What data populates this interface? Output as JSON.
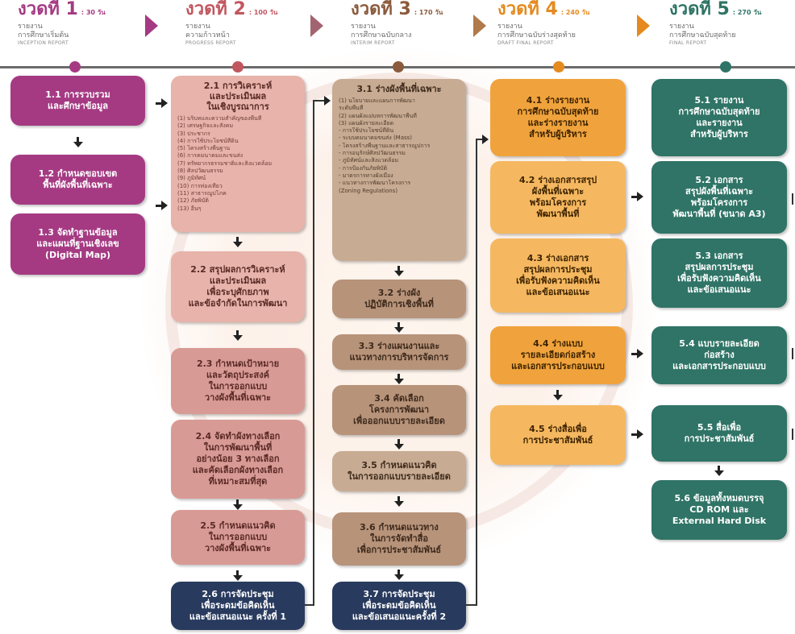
{
  "phases": [
    {
      "label": "งวดที่ 1",
      "days": ": 30 วัน",
      "sub": "รายงาน\nการศึกษาเริ่มต้น",
      "en": "INCEPTION REPORT",
      "color": "#a53a83"
    },
    {
      "label": "งวดที่ 2",
      "days": ": 100 วัน",
      "sub": "รายงาน\nความก้าวหน้า",
      "en": "PROGRESS REPORT",
      "color": "#c2565f"
    },
    {
      "label": "งวดที่ 3",
      "days": ": 170 วัน",
      "sub": "รายงาน\nการศึกษาฉบับกลาง",
      "en": "INTERIM REPORT",
      "color": "#8b5a3c"
    },
    {
      "label": "งวดที่ 4",
      "days": ": 240 วัน",
      "sub": "รายงาน\nการศึกษาฉบับร่างสุดท้าย",
      "en": "DRAFT FINAL REPORT",
      "color": "#e58a1f"
    },
    {
      "label": "งวดที่ 5",
      "days": ": 270 วัน",
      "sub": "รายงาน\nการศึกษาฉบับสุดท้าย",
      "en": "FINAL REPORT",
      "color": "#2f7466"
    }
  ],
  "col1": {
    "b11": "1.1 การรวบรวม\nและศึกษาข้อมูล",
    "b12": "1.2 กำหนดขอบเขต\nพื้นที่ผังพื้นที่เฉพาะ",
    "b13": "1.3 จัดทำฐานข้อมูล\nและแผนที่ฐานเชิงเลข\n(Digital Map)"
  },
  "col2": {
    "b21_title": "2.1 การวิเคราะห์\nและประเมินผล\nในเชิงบูรณาการ",
    "b21_items": [
      "(1) บริบทและความสำคัญของพื้นที่",
      "(2) เศรษฐกิจและสังคม",
      "(3) ประชากร",
      "(4) การใช้ประโยชน์ที่ดิน",
      "(5) โครงสร้างพื้นฐาน",
      "(6) การคมนาคมและขนส่ง",
      "(7) ทรัพยากรธรรมชาติและสิ่งแวดล้อม",
      "(8) ศิลปวัฒนธรรม",
      "(9) ภูมิทัศน์",
      "(10) การท่องเที่ยว",
      "(11) สาธารณูปโภค",
      "(12) ภัยพิบัติ",
      "(13) อื่นๆ"
    ],
    "b22": "2.2 สรุปผลการวิเคราะห์\nและประเมินผล\nเพื่อระบุศักยภาพ\nและข้อจำกัดในการพัฒนา",
    "b23": "2.3 กำหนดเป้าหมาย\nและวัตถุประสงค์\nในการออกแบบ\nวางผังพื้นที่เฉพาะ",
    "b24": "2.4 จัดทำผังทางเลือก\nในการพัฒนาพื้นที่\nอย่างน้อย 3 ทางเลือก\nและคัดเลือกผังทางเลือก\nที่เหมาะสมที่สุด",
    "b25": "2.5 กำหนดแนวคิด\nในการออกแบบ\nวางผังพื้นที่เฉพาะ",
    "b26": "2.6 การจัดประชุม\nเพื่อระดมข้อคิดเห็น\nและข้อเสนอแนะ ครั้งที่ 1"
  },
  "col3": {
    "b31_title": "3.1 ร่างผังพื้นที่เฉพาะ",
    "b31_items": [
      "(1) นโยบายและแผนการพัฒนา",
      "    ระดับพื้นที่",
      "(2) แผนผังแม่บทการพัฒนาพื้นที่",
      "(3) แผนผังรายละเอียด",
      "    - การใช้ประโยชน์ที่ดิน",
      "    - ระบบคมนาคมขนส่ง (Mass)",
      "    - โครงสร้างพื้นฐานและสาธารณูปการ",
      "    - การอนุรักษ์ศิลปวัฒนธรรม",
      "    - ภูมิทัศน์และสิ่งแวดล้อม",
      "    - การป้องกันภัยพิบัติ",
      "    - มาตรการทางผังเมือง",
      "    - แนวทางการพัฒนาโครงการ",
      "    (Zoning Regulations)"
    ],
    "b32": "3.2 ร่างผัง\nปฏิบัติการเชิงพื้นที่",
    "b33": "3.3 ร่างแผนงานและ\nแนวทางการบริหารจัดการ",
    "b34": "3.4 คัดเลือก\nโครงการพัฒนา\nเพื่อออกแบบรายละเอียด",
    "b35": "3.5 กำหนดแนวคิด\nในการออกแบบรายละเอียด",
    "b36": "3.6 กำหนดแนวทาง\nในการจัดทำสื่อ\nเพื่อการประชาสัมพันธ์",
    "b37": "3.7 การจัดประชุม\nเพื่อระดมข้อคิดเห็น\nและข้อเสนอแนะครั้งที่ 2"
  },
  "col4": {
    "b41": "4.1 ร่างรายงาน\nการศึกษาฉบับสุดท้าย\nและร่างรายงาน\nสำหรับผู้บริหาร",
    "b42": "4.2 ร่างเอกสารสรุป\nผังพื้นที่เฉพาะ\nพร้อมโครงการ\nพัฒนาพื้นที่",
    "b43": "4.3 ร่างเอกสาร\nสรุปผลการประชุม\nเพื่อรับฟังความคิดเห็น\nและข้อเสนอแนะ",
    "b44": "4.4 ร่างแบบ\nรายละเอียดก่อสร้าง\nและเอกสารประกอบแบบ",
    "b45": "4.5 ร่างสื่อเพื่อ\nการประชาสัมพันธ์"
  },
  "col5": {
    "b51": "5.1 รายงาน\nการศึกษาฉบับสุดท้าย\nและรายงาน\nสำหรับผู้บริหาร",
    "b52": "5.2 เอกสาร\nสรุปผังพื้นที่เฉพาะ\nพร้อมโครงการ\nพัฒนาพื้นที่ (ขนาด A3)",
    "b53": "5.3 เอกสาร\nสรุปผลการประชุม\nเพื่อรับฟังความคิดเห็น\nและข้อเสนอแนะ",
    "b54": "5.4 แบบรายละเอียด\nก่อสร้าง\nและเอกสารประกอบแบบ",
    "b55": "5.5 สื่อเพื่อ\nการประชาสัมพันธ์",
    "b56": "5.6 ข้อมูลทั้งหมดบรรจุ\nCD ROM และ\nExternal Hard Disk"
  }
}
